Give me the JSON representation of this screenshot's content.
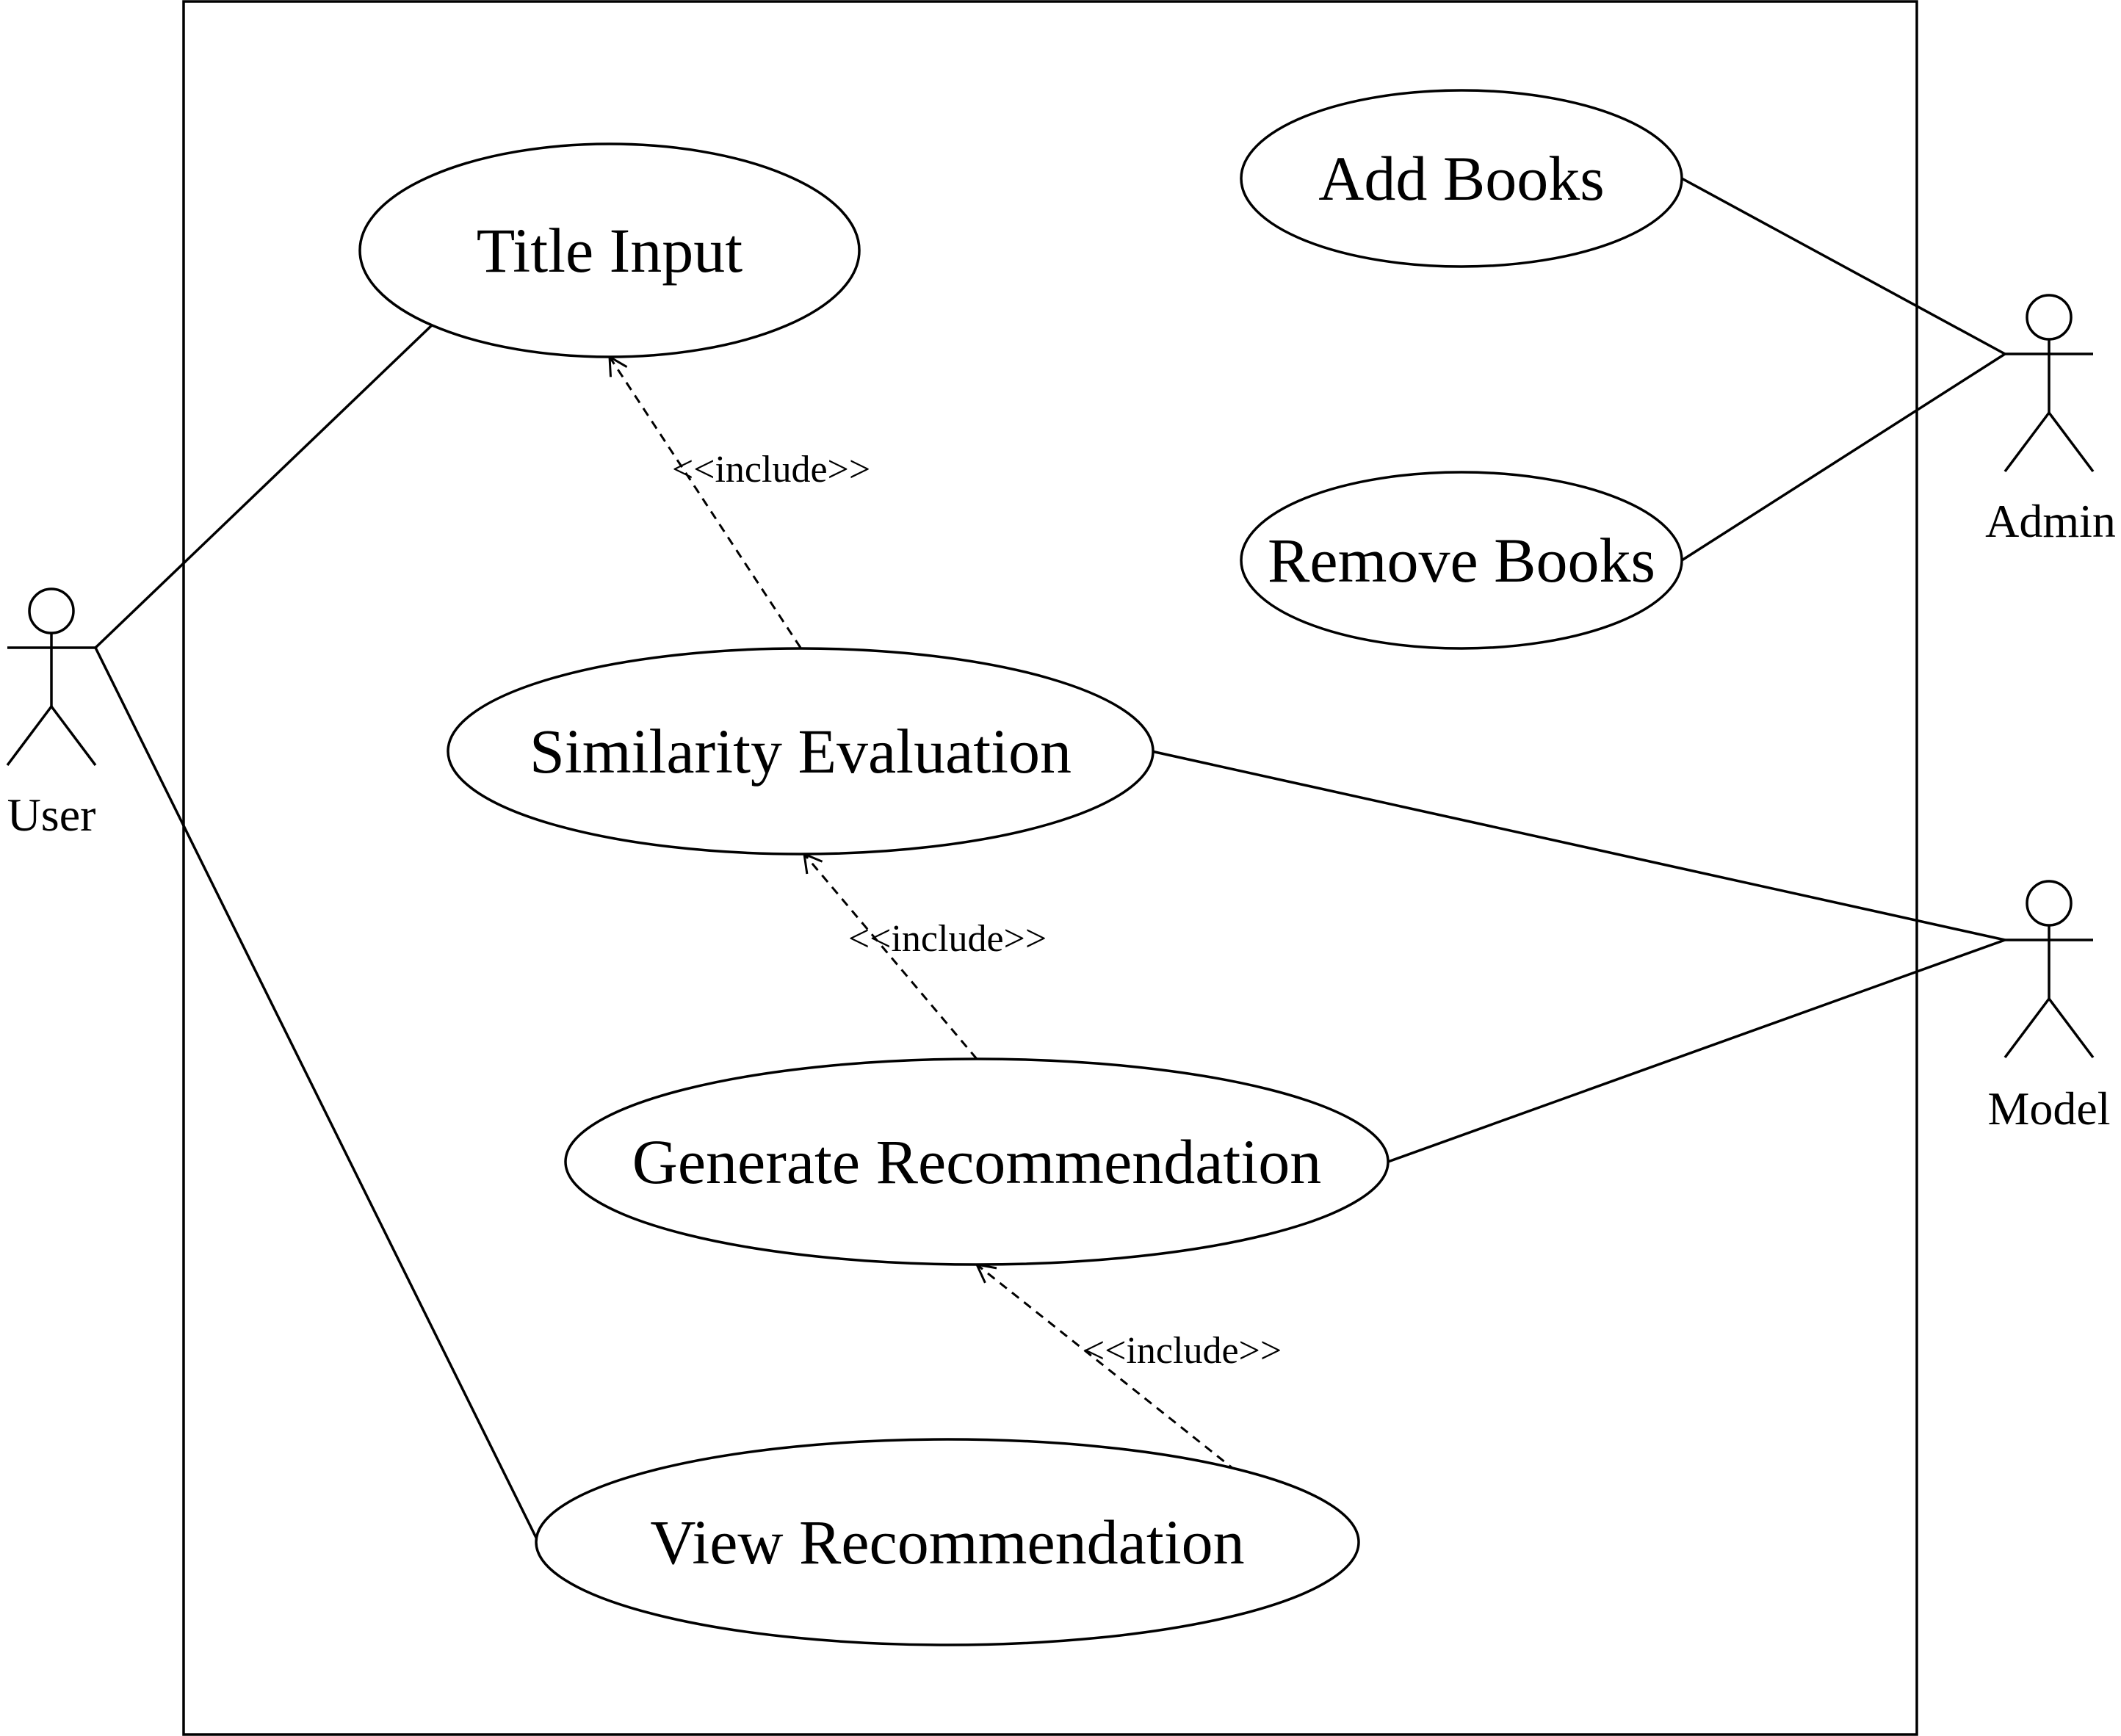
{
  "use_cases": {
    "title_input": "Title Input",
    "add_books": "Add Books",
    "remove_books": "Remove Books",
    "similarity_evaluation": "Similarity Evaluation",
    "generate_recommendation": "Generate Recommendation",
    "view_recommendation": "View Recommendation"
  },
  "actors": {
    "user": "User",
    "admin": "Admin",
    "model": "Model"
  },
  "relationships": {
    "include_1": "<<include>>",
    "include_2": "<<include>>",
    "include_3": "<<include>>"
  }
}
